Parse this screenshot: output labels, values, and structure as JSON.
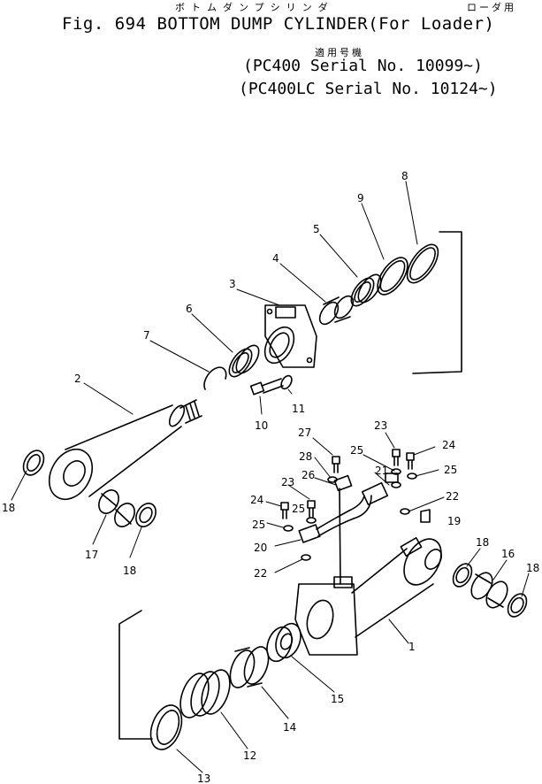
{
  "header": {
    "figure_title": "Fig. 694  BOTTOM DUMP CYLINDER(For Loader)",
    "kana_title": "ボトムダンプシリンダ",
    "kana_loader": "ローダ用",
    "applicable_label": "適用号機",
    "serial_line_1": "(PC400    Serial No. 10099~)",
    "serial_line_2": "(PC400LC Serial No. 10124~)"
  },
  "callouts": [
    "8",
    "9",
    "5",
    "4",
    "3",
    "6",
    "7",
    "2",
    "11",
    "10",
    "27",
    "23",
    "24",
    "28",
    "25",
    "25",
    "26",
    "21",
    "22",
    "19",
    "23",
    "24",
    "25",
    "25",
    "20",
    "22",
    "18",
    "17",
    "18",
    "18",
    "16",
    "18",
    "1",
    "15",
    "14",
    "12",
    "13"
  ]
}
